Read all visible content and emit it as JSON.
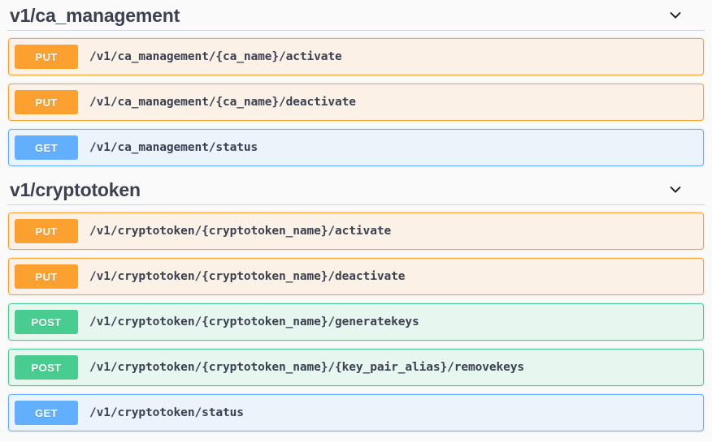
{
  "page": {
    "background": "#fafafa",
    "text_color": "#3b4151"
  },
  "method_colors": {
    "get": "#61affe",
    "put": "#fca130",
    "post": "#49cc90"
  },
  "sections": [
    {
      "id": "ca_management",
      "title": "v1/ca_management",
      "toggle_icon": "chevron-down-icon",
      "expanded": true,
      "operations": [
        {
          "method": "PUT",
          "method_key": "put",
          "path": "/v1/ca_management/{ca_name}/activate"
        },
        {
          "method": "PUT",
          "method_key": "put",
          "path": "/v1/ca_management/{ca_name}/deactivate"
        },
        {
          "method": "GET",
          "method_key": "get",
          "path": "/v1/ca_management/status"
        }
      ]
    },
    {
      "id": "cryptotoken",
      "title": "v1/cryptotoken",
      "toggle_icon": "chevron-down-icon",
      "expanded": true,
      "operations": [
        {
          "method": "PUT",
          "method_key": "put",
          "path": "/v1/cryptotoken/{cryptotoken_name}/activate"
        },
        {
          "method": "PUT",
          "method_key": "put",
          "path": "/v1/cryptotoken/{cryptotoken_name}/deactivate"
        },
        {
          "method": "POST",
          "method_key": "post",
          "path": "/v1/cryptotoken/{cryptotoken_name}/generatekeys"
        },
        {
          "method": "POST",
          "method_key": "post",
          "path": "/v1/cryptotoken/{cryptotoken_name}/{key_pair_alias}/removekeys"
        },
        {
          "method": "GET",
          "method_key": "get",
          "path": "/v1/cryptotoken/status"
        }
      ]
    }
  ]
}
